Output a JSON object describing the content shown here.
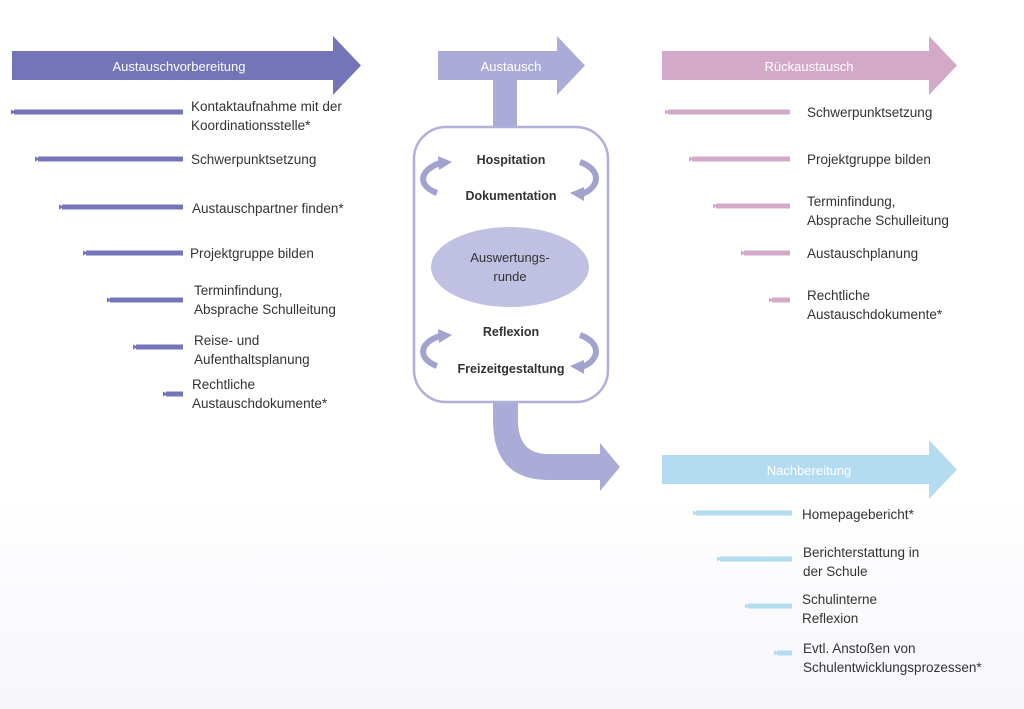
{
  "colors": {
    "vorbereitung": "#7474b8",
    "austausch": "#ababd8",
    "rueckaustausch": "#d4a9c8",
    "nachbereitung": "#b4dcf0",
    "loop": "#a2a2cf",
    "ellipse": "#c0c0e2",
    "text": "#333333"
  },
  "phases": {
    "vorbereitung": {
      "title": "Austauschvorbereitung",
      "items": [
        [
          "Kontaktaufnahme mit der",
          "Koordinationsstelle*"
        ],
        [
          "Schwerpunktsetzung"
        ],
        [
          "Austauschpartner finden*"
        ],
        [
          "Projektgruppe bilden"
        ],
        [
          "Terminfindung,",
          "Absprache Schulleitung"
        ],
        [
          "Reise- und",
          "Aufenthaltsplanung"
        ],
        [
          "Rechtliche",
          "Austauschdokumente*"
        ]
      ]
    },
    "austausch": {
      "title": "Austausch",
      "top_pair": [
        "Hospitation",
        "Dokumentation"
      ],
      "center": [
        "Auswertungs-",
        "runde"
      ],
      "bottom_pair": [
        "Reflexion",
        "Freizeitgestaltung"
      ]
    },
    "rueckaustausch": {
      "title": "Rückaustausch",
      "items": [
        [
          "Schwerpunktsetzung"
        ],
        [
          "Projektgruppe bilden"
        ],
        [
          "Terminfindung,",
          "Absprache Schulleitung"
        ],
        [
          "Austauschplanung"
        ],
        [
          "Rechtliche",
          "Austauschdokumente*"
        ]
      ]
    },
    "nachbereitung": {
      "title": "Nachbereitung",
      "items": [
        [
          "Homepagebericht*"
        ],
        [
          "Berichterstattung in",
          "der Schule"
        ],
        [
          "Schulinterne",
          "Reflexion"
        ],
        [
          "Evtl. Anstoßen von",
          "Schulentwicklungsprozessen*"
        ]
      ]
    }
  }
}
